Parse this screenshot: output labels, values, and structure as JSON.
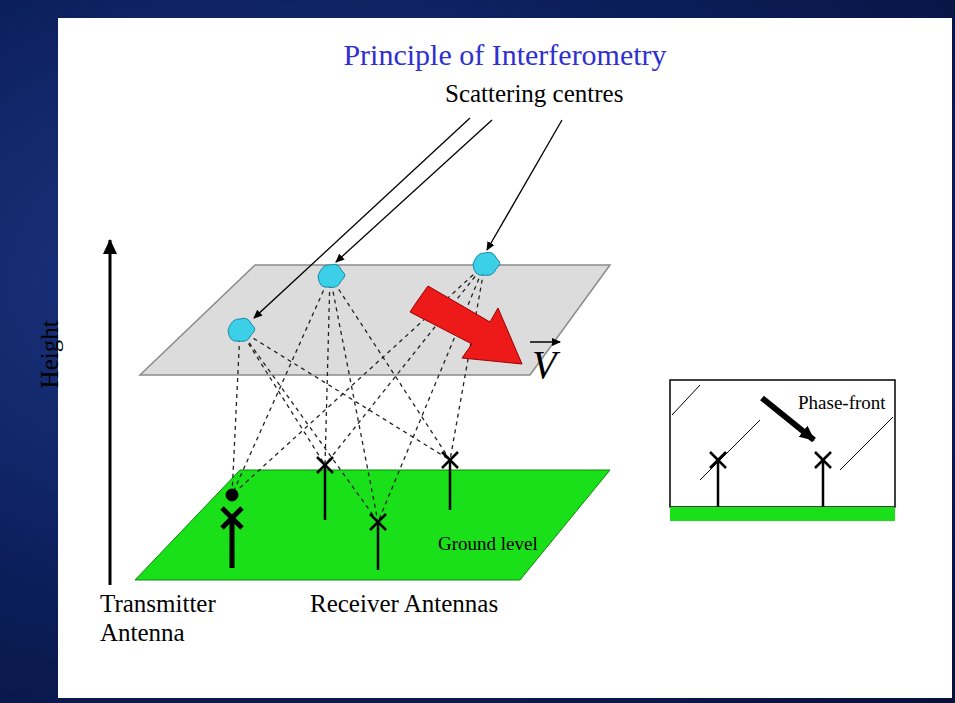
{
  "diagram": {
    "title": "Principle of Interferometry",
    "nodes": [
      {
        "text": [
          "Phase-front"
        ]
      }
    ],
    "labels": [
      "Scattering centres",
      "Height",
      "Ground level",
      "Transmitter Antenna",
      "Receiver Antennas",
      "V"
    ]
  }
}
